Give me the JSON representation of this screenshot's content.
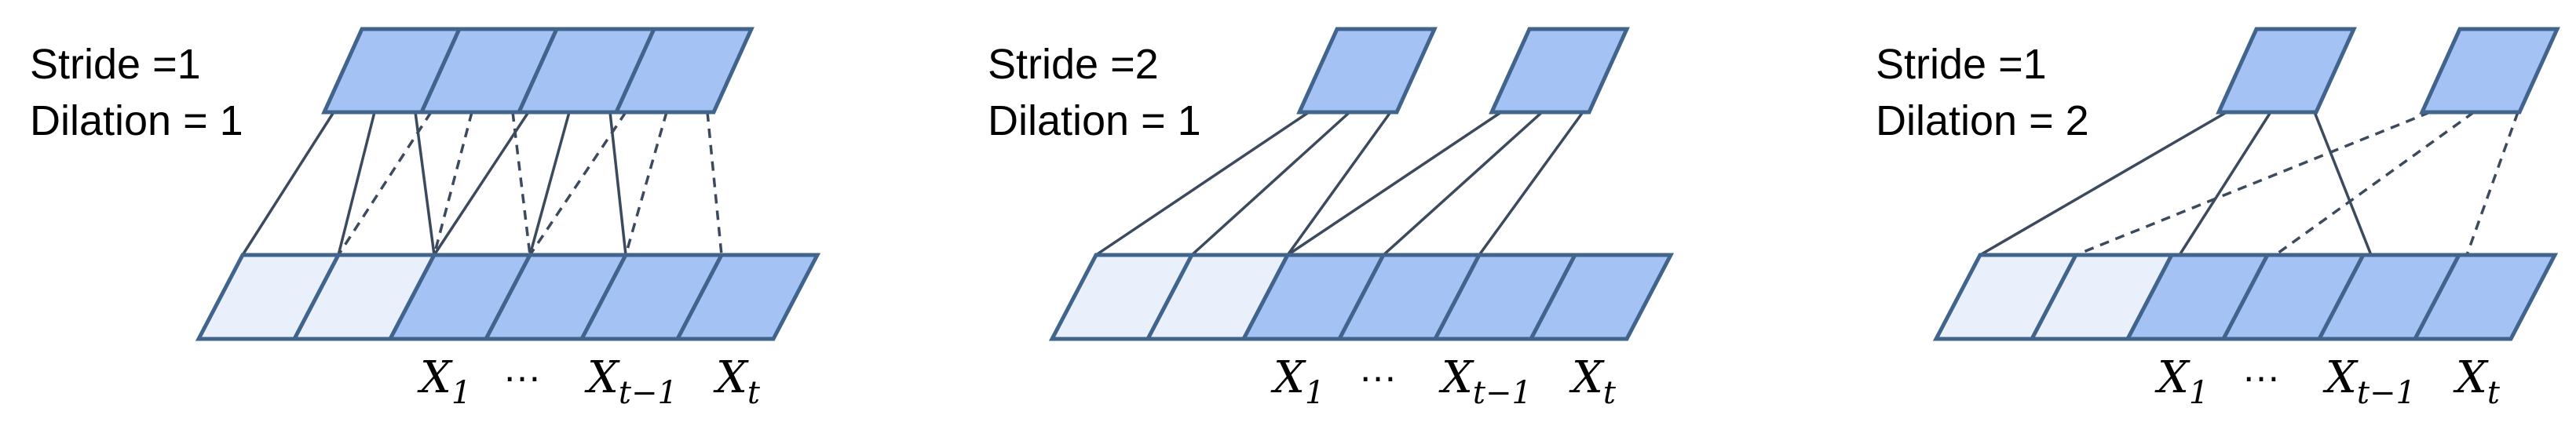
{
  "colors": {
    "input_padding": "#e9f0fb",
    "input_active": "#a4c2f4",
    "output": "#a4c2f4",
    "cell_border": "#41648c",
    "connection_line": "#3c4a5e"
  },
  "panels": [
    {
      "stride_label": "Stride =1",
      "dilation_label": "Dilation = 1",
      "stride": 1,
      "dilation": 1,
      "input_cells": [
        {
          "type": "padding"
        },
        {
          "type": "padding"
        },
        {
          "type": "active"
        },
        {
          "type": "active"
        },
        {
          "type": "active"
        },
        {
          "type": "active"
        }
      ],
      "output_cells": [
        0,
        1,
        2,
        3
      ],
      "connections": [
        {
          "out": 0,
          "tap": 0,
          "in": 0,
          "style": "solid"
        },
        {
          "out": 0,
          "tap": 1,
          "in": 1,
          "style": "solid"
        },
        {
          "out": 0,
          "tap": 2,
          "in": 2,
          "style": "solid"
        },
        {
          "out": 1,
          "tap": 0,
          "in": 1,
          "style": "dashed"
        },
        {
          "out": 1,
          "tap": 1,
          "in": 2,
          "style": "dashed"
        },
        {
          "out": 1,
          "tap": 2,
          "in": 3,
          "style": "dashed"
        },
        {
          "out": 2,
          "tap": 0,
          "in": 2,
          "style": "solid"
        },
        {
          "out": 2,
          "tap": 1,
          "in": 3,
          "style": "solid"
        },
        {
          "out": 2,
          "tap": 2,
          "in": 4,
          "style": "solid"
        },
        {
          "out": 3,
          "tap": 0,
          "in": 3,
          "style": "dashed"
        },
        {
          "out": 3,
          "tap": 1,
          "in": 4,
          "style": "dashed"
        },
        {
          "out": 3,
          "tap": 2,
          "in": 5,
          "style": "dashed"
        }
      ],
      "labels": {
        "x1": {
          "base": "X",
          "sub": "1"
        },
        "ellipsis": "…",
        "xt1": {
          "base": "X",
          "sub": "t−1"
        },
        "xt": {
          "base": "X",
          "sub": "t"
        }
      }
    },
    {
      "stride_label": "Stride =2",
      "dilation_label": "Dilation = 1",
      "stride": 2,
      "dilation": 1,
      "input_cells": [
        {
          "type": "padding"
        },
        {
          "type": "padding"
        },
        {
          "type": "active"
        },
        {
          "type": "active"
        },
        {
          "type": "active"
        },
        {
          "type": "active"
        }
      ],
      "output_cells": [
        0,
        1
      ],
      "connections": [
        {
          "out": 0,
          "tap": 0,
          "in": 0,
          "style": "solid"
        },
        {
          "out": 0,
          "tap": 1,
          "in": 1,
          "style": "solid"
        },
        {
          "out": 0,
          "tap": 2,
          "in": 2,
          "style": "solid"
        },
        {
          "out": 1,
          "tap": 0,
          "in": 2,
          "style": "solid"
        },
        {
          "out": 1,
          "tap": 1,
          "in": 3,
          "style": "solid"
        },
        {
          "out": 1,
          "tap": 2,
          "in": 4,
          "style": "solid"
        }
      ],
      "labels": {
        "x1": {
          "base": "X",
          "sub": "1"
        },
        "ellipsis": "…",
        "xt1": {
          "base": "X",
          "sub": "t−1"
        },
        "xt": {
          "base": "X",
          "sub": "t"
        }
      }
    },
    {
      "stride_label": "Stride =1",
      "dilation_label": "Dilation = 2",
      "stride": 1,
      "dilation": 2,
      "input_cells": [
        {
          "type": "padding"
        },
        {
          "type": "padding"
        },
        {
          "type": "active"
        },
        {
          "type": "active"
        },
        {
          "type": "active"
        },
        {
          "type": "active"
        }
      ],
      "output_cells": [
        0,
        1
      ],
      "connections": [
        {
          "out": 0,
          "tap": 0,
          "in": 0,
          "style": "solid"
        },
        {
          "out": 0,
          "tap": 1,
          "in": 2,
          "style": "solid"
        },
        {
          "out": 0,
          "tap": 2,
          "in": 4,
          "style": "solid"
        },
        {
          "out": 1,
          "tap": 0,
          "in": 1,
          "style": "dashed"
        },
        {
          "out": 1,
          "tap": 1,
          "in": 3,
          "style": "dashed"
        },
        {
          "out": 1,
          "tap": 2,
          "in": 5,
          "style": "dashed"
        }
      ],
      "labels": {
        "x1": {
          "base": "X",
          "sub": "1"
        },
        "ellipsis": "…",
        "xt1": {
          "base": "X",
          "sub": "t−1"
        },
        "xt": {
          "base": "X",
          "sub": "t"
        }
      }
    }
  ]
}
